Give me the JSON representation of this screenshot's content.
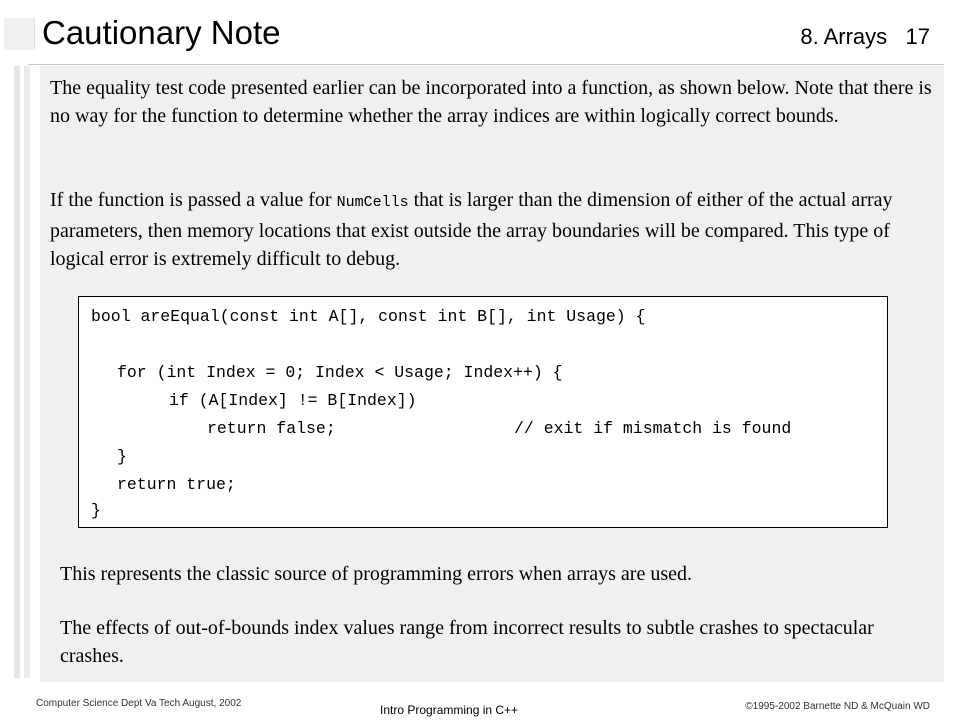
{
  "header": {
    "title": "Cautionary Note",
    "section": "8. Arrays",
    "page_number": "17"
  },
  "body": {
    "p1": "The equality test code presented earlier can be incorporated into a function, as shown below.  Note that there is no way for the function to determine whether the array indices are within logically correct bounds.",
    "p2_before": "If the function is passed a value for ",
    "p2_code": "NumCells",
    "p2_after": " that is larger than the dimension of either of the actual array parameters, then memory locations that exist outside the array boundaries will be compared.  This type of logical error is extremely difficult to debug.",
    "p3": "This represents the classic source of programming errors when arrays are used.",
    "p4": "The effects of out-of-bounds index values range from incorrect results to subtle crashes to spectacular crashes."
  },
  "code": {
    "lines": [
      "bool areEqual(const int A[], const int B[], int Usage) {",
      "for (int Index = 0; Index < Usage; Index++) {",
      "if (A[Index] != B[Index])",
      "return false;",
      "// exit if mismatch is found",
      "}",
      "return true;",
      "}"
    ]
  },
  "footer": {
    "left": "Computer Science Dept Va Tech  August, 2002",
    "center": "Intro Programming in C++",
    "right": "©1995-2002  Barnette ND & McQuain WD"
  }
}
